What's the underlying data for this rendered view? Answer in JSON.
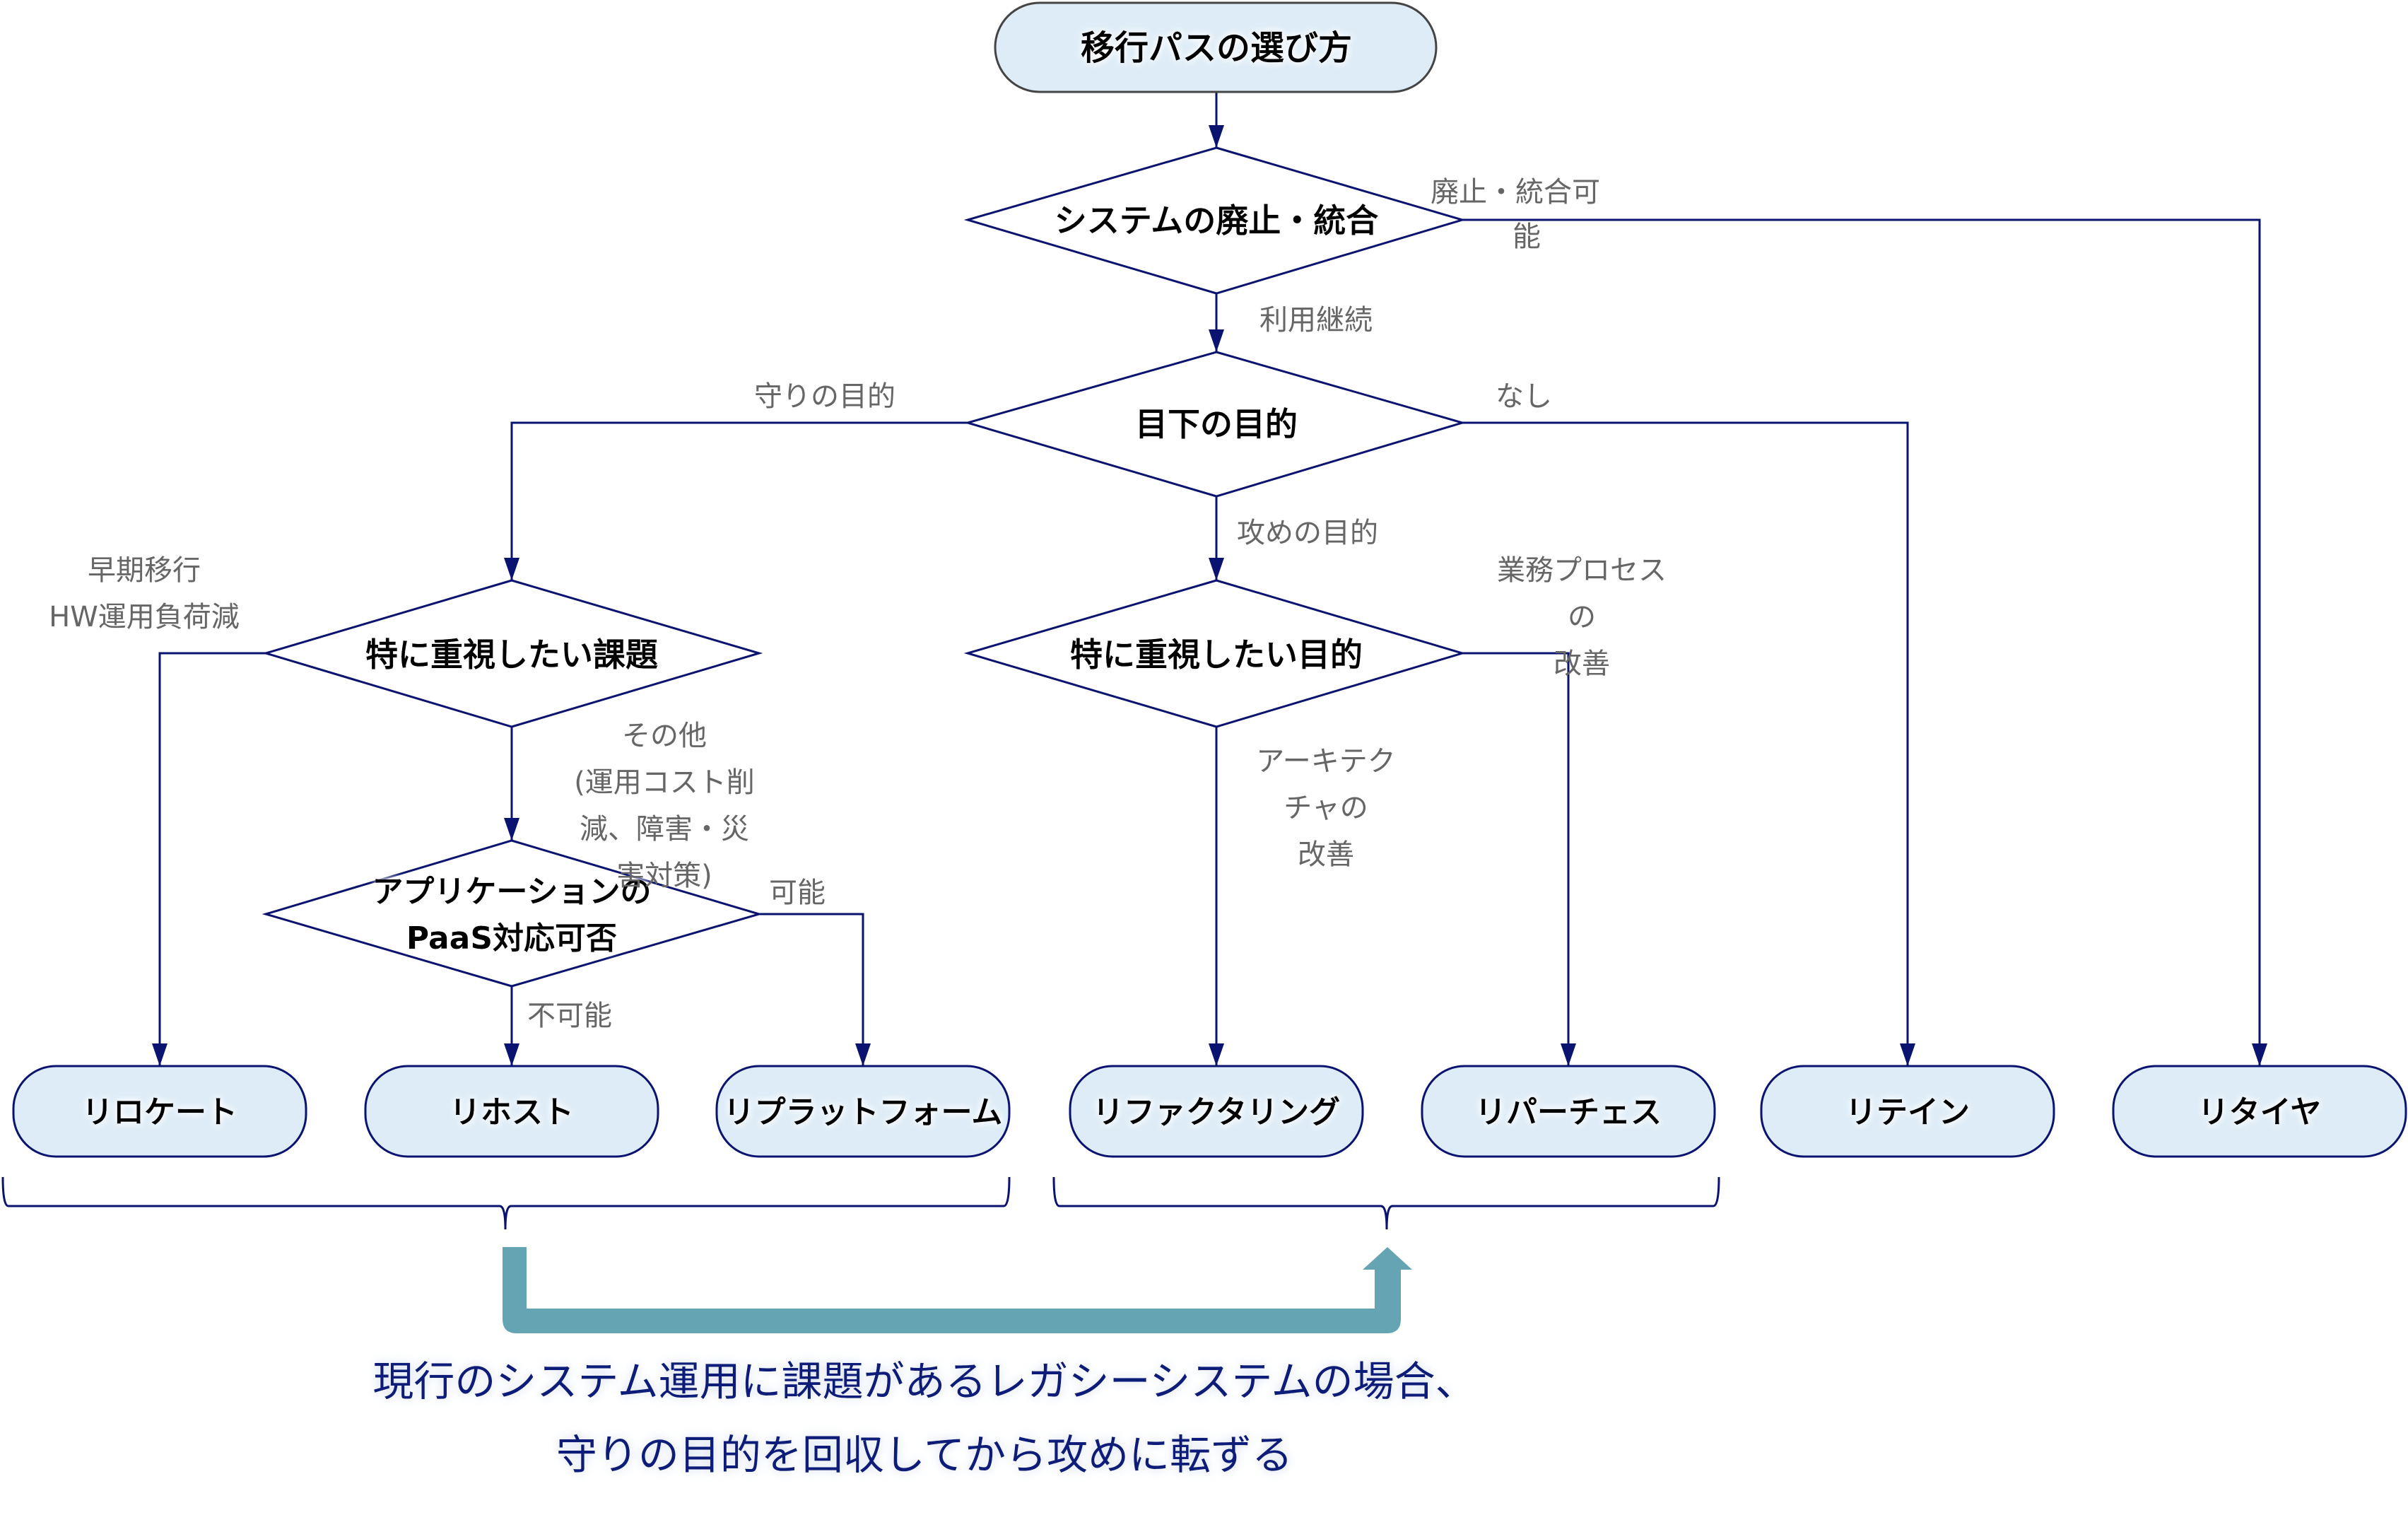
{
  "colors": {
    "line": "#0a1470",
    "pill_fill": "#deecf7",
    "pill_stroke_start": "#444444",
    "pill_stroke": "#0a1470",
    "label": "#666666",
    "teal_arrow": "#65a4b3",
    "caption": "#0d1a78"
  },
  "start": {
    "label": "移行パスの選び方"
  },
  "decisions": {
    "retire_check": {
      "label": "システムの廃止・統合"
    },
    "current_goal": {
      "label": "目下の目的"
    },
    "priority_issue": {
      "label": "特に重視したい課題"
    },
    "priority_goal": {
      "label": "特に重視したい目的"
    },
    "paas": {
      "label_line1": "アプリケーションの",
      "label_line2": "PaaS対応可否"
    }
  },
  "edge_labels": {
    "retirable_line1": "廃止・統合可",
    "retirable_line2": "能",
    "continue_use": "利用継続",
    "defensive": "守りの目的",
    "none": "なし",
    "offensive": "攻めの目的",
    "early_line1": "早期移行",
    "early_line2": "HW運用負荷減",
    "other_line1": "その他",
    "other_line2": "(運用コスト削",
    "other_line3": "減、障害・災",
    "other_line4": "害対策)",
    "possible": "可能",
    "impossible": "不可能",
    "biz_line1": "業務プロセス",
    "biz_line2": "の",
    "biz_line3": "改善",
    "arch_line1": "アーキテク",
    "arch_line2": "チャの",
    "arch_line3": "改善"
  },
  "outcomes": [
    {
      "id": "relocate",
      "label": "リロケート"
    },
    {
      "id": "rehost",
      "label": "リホスト"
    },
    {
      "id": "replatform",
      "label": "リプラットフォーム"
    },
    {
      "id": "refactor",
      "label": "リファクタリング"
    },
    {
      "id": "repurchase",
      "label": "リパーチェス"
    },
    {
      "id": "retain",
      "label": "リテイン"
    },
    {
      "id": "retire",
      "label": "リタイヤ"
    }
  ],
  "caption": {
    "line1": "現行のシステム運用に課題があるレガシーシステムの場合、",
    "line2": "守りの目的を回収してから攻めに転ずる"
  }
}
